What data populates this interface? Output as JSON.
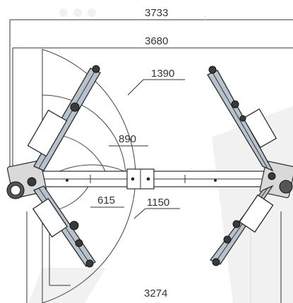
{
  "dimensions": {
    "total_width": "3733",
    "inner_width": "3680",
    "arm_reach_long": "1390",
    "arm_reach_mid": "890",
    "arm_reach_short": "615",
    "arm_reach_radius": "1150",
    "base_width": "3274"
  },
  "colors": {
    "line": "#333333",
    "arm_fill": "#b8c2cc",
    "watermark": "#f1f1f1"
  }
}
